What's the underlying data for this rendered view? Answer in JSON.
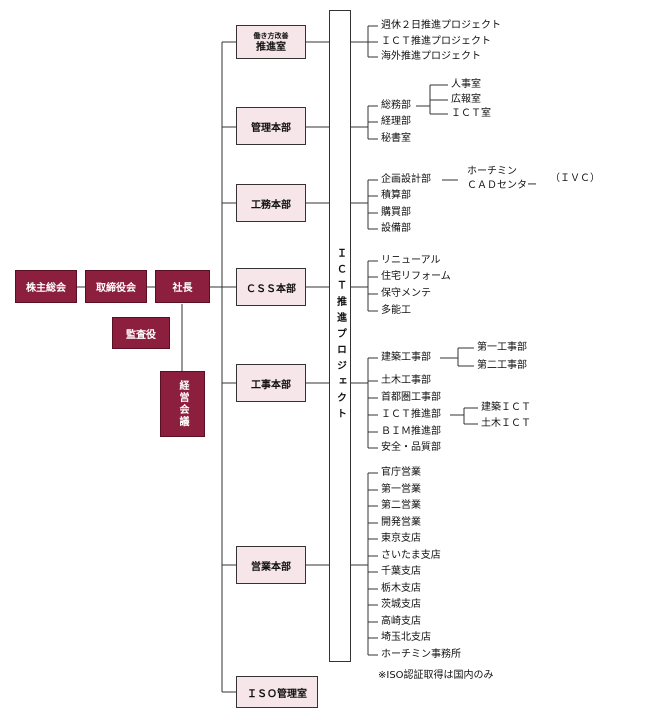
{
  "top": {
    "shareholders": "株主総会",
    "board": "取締役会",
    "president": "社長",
    "auditor": "監査役",
    "management_meeting": "経営会議"
  },
  "ict_project": "ＩＣＴ推進プロジェクト",
  "divisions": {
    "workstyle": {
      "line1": "働き方改善",
      "line2": "推進室"
    },
    "admin": "管理本部",
    "engineering": "工務本部",
    "css": "ＣＳＳ本部",
    "construction": "工事本部",
    "sales": "営業本部",
    "iso": "ＩＳＯ管理室"
  },
  "workstyle_items": [
    "週休２日推進プロジェクト",
    "ＩＣＴ推進プロジェクト",
    "海外推進プロジェクト"
  ],
  "admin_items": [
    "総務部",
    "経理部",
    "秘書室"
  ],
  "general_affairs_sub": [
    "人事室",
    "広報室",
    "ＩＣＴ室"
  ],
  "engineering_items": [
    "企画設計部",
    "積算部",
    "購買部",
    "設備部"
  ],
  "planning_sub": {
    "line1": "ホーチミン",
    "line2": "ＣＡＤセンター",
    "suffix": "（ＩＶＣ）"
  },
  "css_items": [
    "リニューアル",
    "住宅リフォーム",
    "保守メンテ",
    "多能工"
  ],
  "construction_items": [
    "建築工事部",
    "土木工事部",
    "首都圏工事部",
    "ＩＣＴ推進部",
    "ＢＩＭ推進部",
    "安全・品質部"
  ],
  "building_sub": [
    "第一工事部",
    "第二工事部"
  ],
  "ict_sub": [
    "建築ＩＣＴ",
    "土木ＩＣＴ"
  ],
  "sales_items": [
    "官庁営業",
    "第一営業",
    "第二営業",
    "開発営業",
    "東京支店",
    "さいたま支店",
    "千葉支店",
    "栃木支店",
    "茨城支店",
    "高崎支店",
    "埼玉北支店",
    "ホーチミン事務所"
  ],
  "footnote": "※ISO認証取得は国内のみ",
  "colors": {
    "executive": "#8c1f3d",
    "division": "#f6e6ea",
    "line": "#333333"
  }
}
